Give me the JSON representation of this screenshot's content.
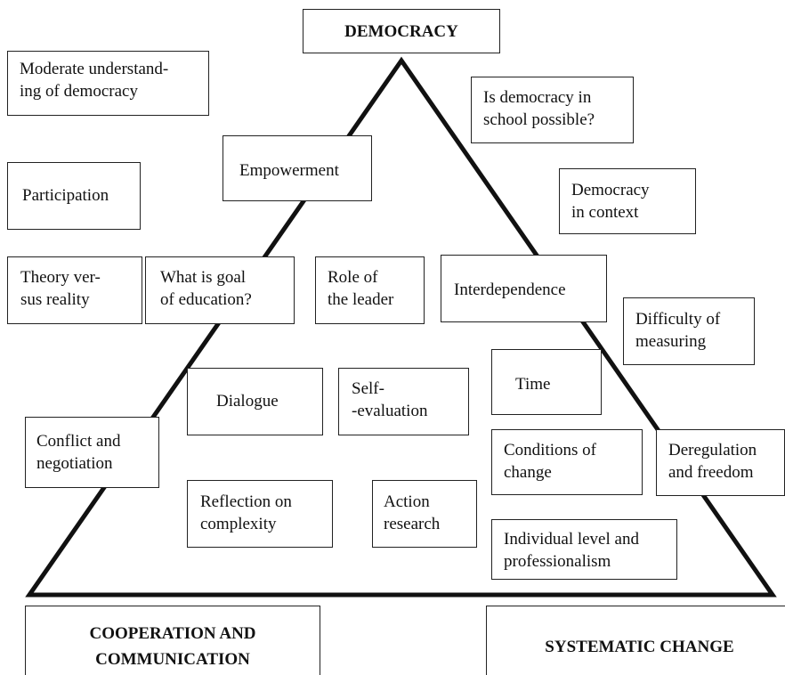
{
  "corners": {
    "top": "DEMOCRACY",
    "bottom_left": [
      "COOPERATION AND",
      "COMMUNICATION"
    ],
    "bottom_right": "SYSTEMATIC CHANGE"
  },
  "boxes": {
    "moderate": [
      "Moderate understand-",
      "ing of democracy"
    ],
    "participation": [
      "Participation"
    ],
    "theory": [
      "Theory ver-",
      "sus reality"
    ],
    "conflict": [
      "Conflict and",
      "negotiation"
    ],
    "empowerment": [
      "Empowerment"
    ],
    "goal": [
      "What is goal",
      "of education?"
    ],
    "leader": [
      "Role of",
      "the leader"
    ],
    "interdependence": [
      "Interdependence"
    ],
    "possible": [
      "Is democracy in",
      "school possible?"
    ],
    "context": [
      "Democracy",
      "in context"
    ],
    "measuring": [
      "Difficulty of",
      "measuring"
    ],
    "dialogue": [
      "Dialogue"
    ],
    "selfeval": [
      "Self-",
      "-evaluation"
    ],
    "time": [
      "Time"
    ],
    "conditions": [
      "Conditions of",
      "change"
    ],
    "deregulation": [
      "Deregulation",
      "and freedom"
    ],
    "reflection": [
      "Reflection on",
      "complexity"
    ],
    "action": [
      "Action",
      "research"
    ],
    "individual": [
      "Individual level and",
      "professionalism"
    ]
  }
}
